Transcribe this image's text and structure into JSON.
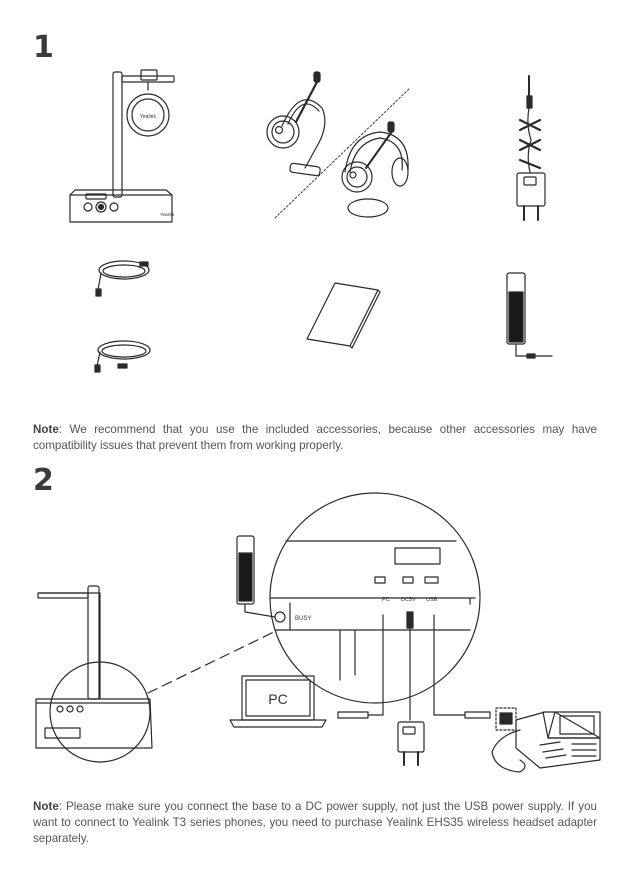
{
  "steps": {
    "one": "1",
    "two": "2"
  },
  "note1": {
    "label": "Note",
    "text": ": We recommend that you use the included accessories, because other accessories may have compatibility issues that prevent them from working properly."
  },
  "note2": {
    "label": "Note",
    "text": ": Please make sure you connect the base to a DC power supply, not just the USB power supply. If you want to connect to Yealink T3 series phones, you need to purchase Yealink EHS35 wireless headset adapter separately."
  },
  "brand_mark": "Yealink",
  "pc_label": "PC",
  "port_labels": {
    "pc": "PC",
    "dc": "DC5V",
    "usb": "USB",
    "busy": "BUSY"
  },
  "colors": {
    "line": "#2a2a2a",
    "text": "#555555",
    "step": "#3a3a3a"
  }
}
